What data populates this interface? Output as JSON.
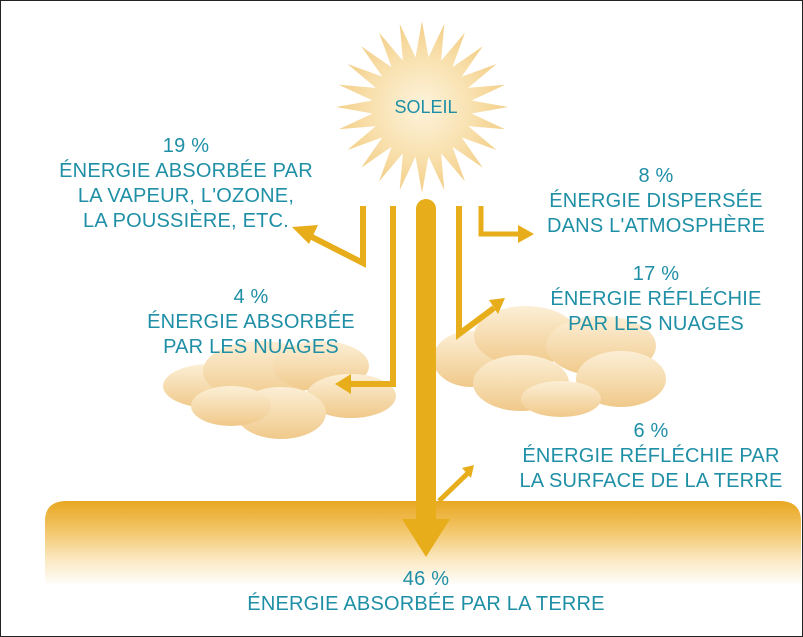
{
  "sun": {
    "label": "SOLEIL"
  },
  "flows": [
    {
      "id": "atmosphere-absorbed",
      "percent": "19 %",
      "lines": [
        "ÉNERGIE ABSORBÉE PAR",
        "LA VAPEUR, L'OZONE,",
        "LA POUSSIÈRE, ETC."
      ]
    },
    {
      "id": "atmosphere-scattered",
      "percent": "8 %",
      "lines": [
        "ÉNERGIE DISPERSÉE",
        "DANS L'ATMOSPHÈRE"
      ]
    },
    {
      "id": "clouds-absorbed",
      "percent": "4 %",
      "lines": [
        "ÉNERGIE ABSORBÉE",
        "PAR LES NUAGES"
      ]
    },
    {
      "id": "clouds-reflected",
      "percent": "17 %",
      "lines": [
        "ÉNERGIE RÉFLÉCHIE",
        "PAR LES NUAGES"
      ]
    },
    {
      "id": "surface-reflected",
      "percent": "6 %",
      "lines": [
        "ÉNERGIE RÉFLÉCHIE PAR",
        "LA SURFACE DE LA TERRE"
      ]
    },
    {
      "id": "earth-absorbed",
      "percent": "46 %",
      "lines": [
        "ÉNERGIE ABSORBÉE PAR LA TERRE"
      ]
    }
  ],
  "colors": {
    "arrow": "#e8ad1a",
    "text": "#1f8fa6",
    "sun": "#f7d89a",
    "ground": "#eaa91e"
  }
}
